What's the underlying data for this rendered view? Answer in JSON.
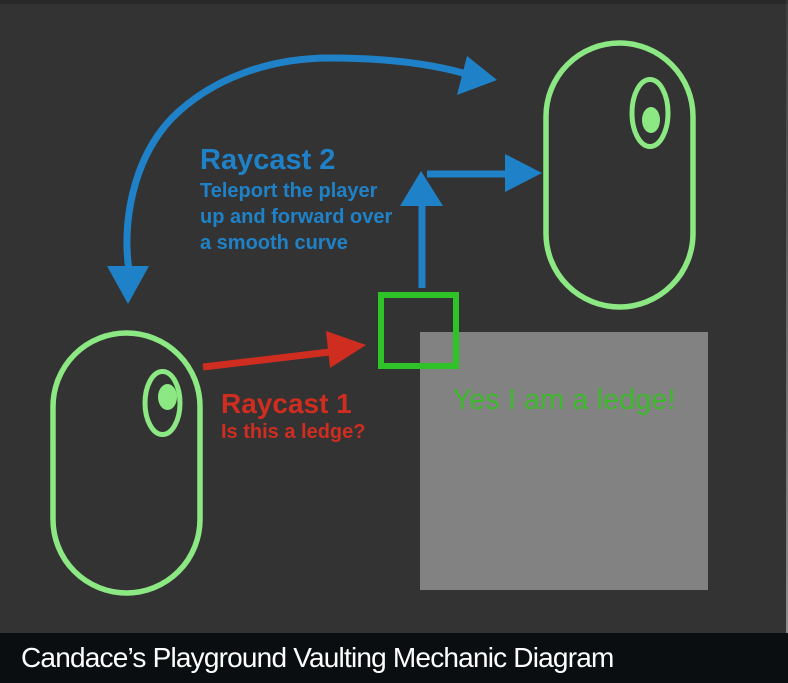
{
  "diagram": {
    "raycast2": {
      "title": "Raycast 2",
      "description_lines": [
        "Teleport the player",
        "up and forward over",
        "a smooth curve"
      ]
    },
    "raycast1": {
      "title": "Raycast 1",
      "question": "Is this a ledge?"
    },
    "ledge_label": "Yes I am a ledge!"
  },
  "footer": {
    "title": "Candace’s Playground Vaulting Mechanic Diagram"
  },
  "colors": {
    "background": "#333333",
    "arrow_blue": "#1f82c8",
    "arrow_red": "#cf2d20",
    "square_green": "#2ec327",
    "player_green": "#8ce882",
    "ledge_gray": "#828282",
    "ledge_text_green": "#3eb92e",
    "footer_bg": "#0b0e11",
    "footer_text": "#ffffff"
  }
}
